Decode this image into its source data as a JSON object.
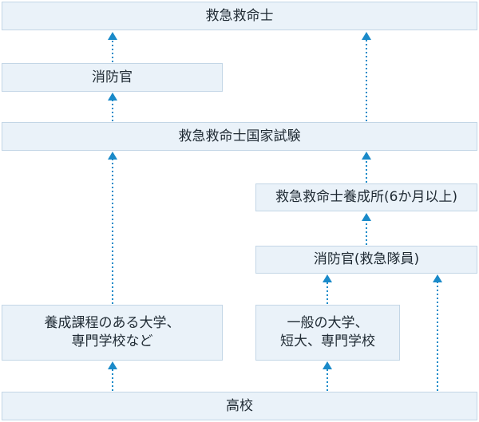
{
  "boxes": {
    "paramedic": "救急救命士",
    "fire_officer": "消防官",
    "national_exam": "救急救命士国家試験",
    "training_institute": "救急救命士養成所(6か月以上)",
    "fire_officer_ems": "消防官(救急隊員)",
    "training_course_univ": {
      "line1": "養成課程のある大学、",
      "line2": "専門学校など"
    },
    "general_univ": {
      "line1": "一般の大学、",
      "line2": "短大、専門学校"
    },
    "high_school": "高校"
  },
  "colors": {
    "box_fill": "#eaf2f9",
    "box_border": "#c3d6e6",
    "arrow": "#1a8ac9"
  }
}
